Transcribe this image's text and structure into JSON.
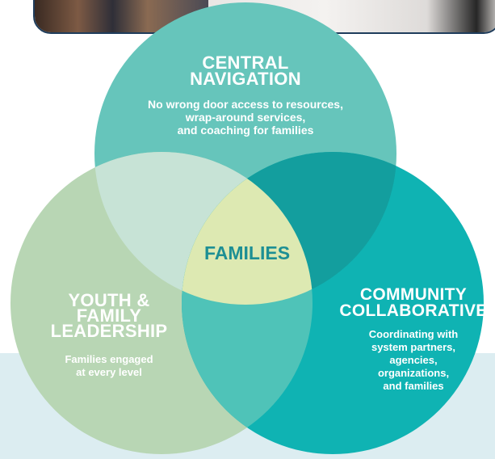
{
  "colors": {
    "top_circle": "#66c5bb",
    "left_circle": "#b8d6b4",
    "right_circle": "#0fb3b3",
    "center_region": "#dde9b2",
    "band": "#dcedf1",
    "center_text": "#1d8f94",
    "photo_frame": "#1f3d5c"
  },
  "circles": {
    "top": {
      "heading_lines": [
        "CENTRAL",
        "NAVIGATION"
      ],
      "body_lines": [
        "No wrong door access to resources,",
        "wrap-around services,",
        "and coaching for families"
      ]
    },
    "left": {
      "heading_lines": [
        "YOUTH &",
        "FAMILY",
        "LEADERSHIP"
      ],
      "body_lines": [
        "Families engaged",
        "at every level"
      ]
    },
    "right": {
      "heading_lines": [
        "COMMUNITY",
        "COLLABORATIVE"
      ],
      "body_lines": [
        "Coordinating with",
        "system partners,",
        "agencies,",
        "organizations,",
        "and families"
      ]
    }
  },
  "center": {
    "label": "FAMILIES"
  }
}
